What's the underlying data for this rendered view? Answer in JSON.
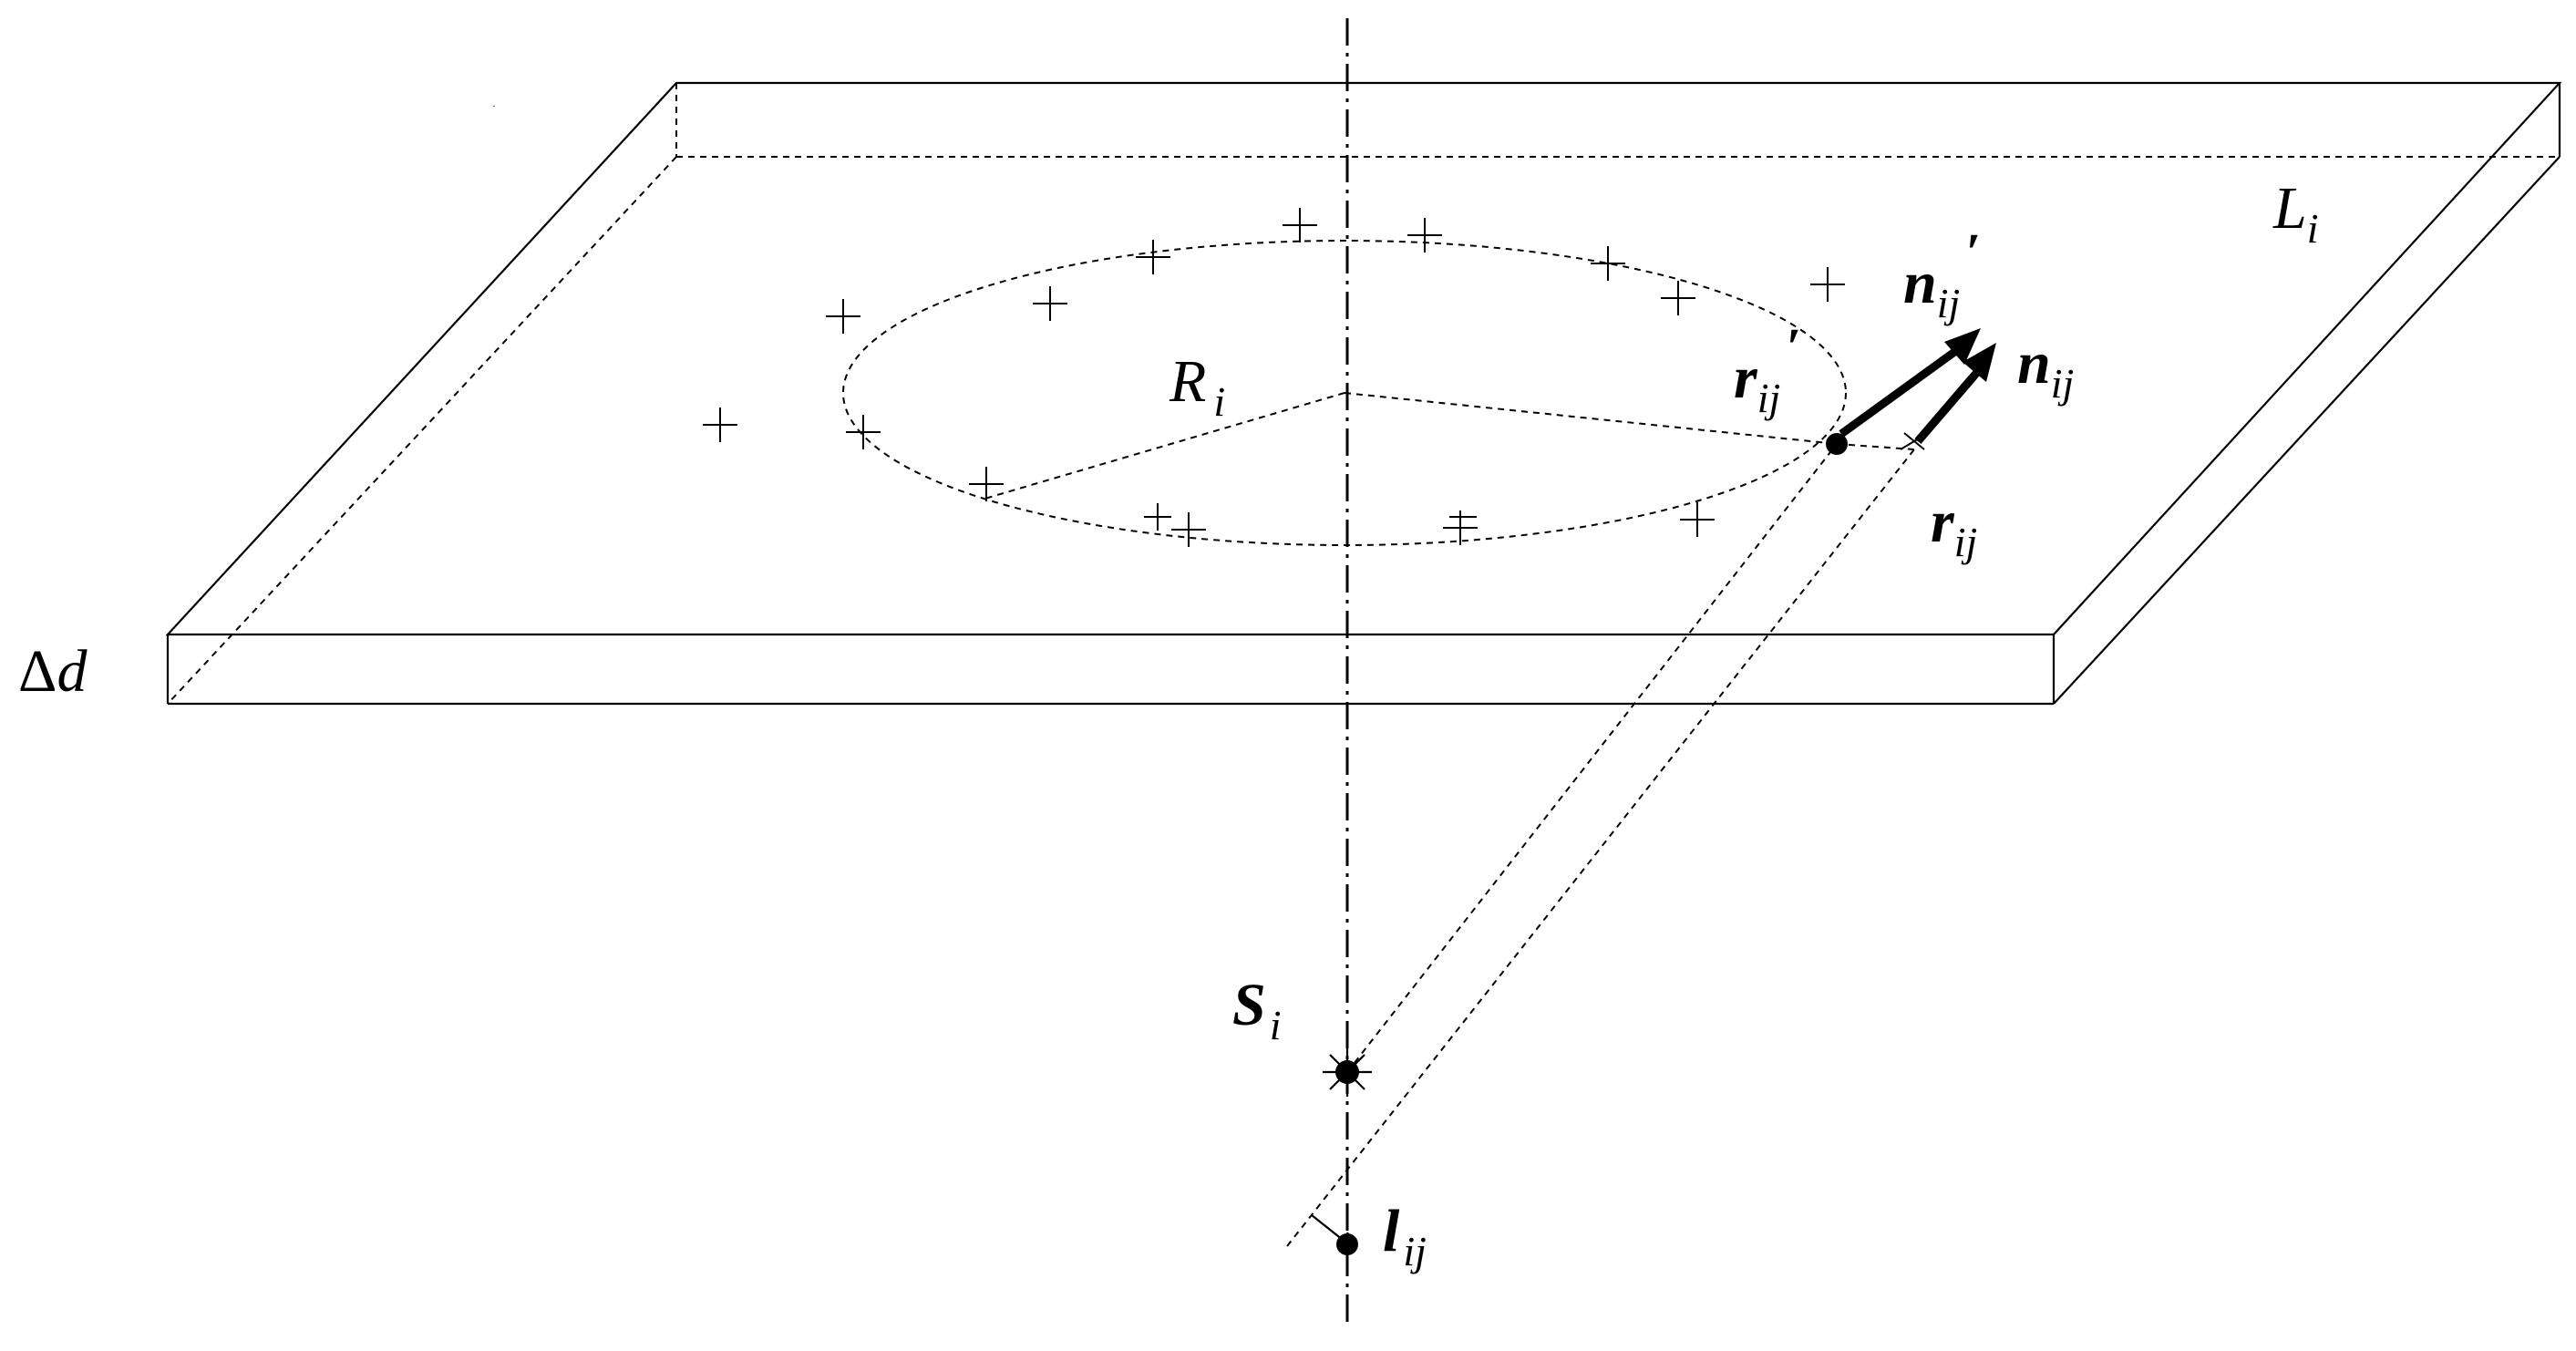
{
  "labels": {
    "layer": {
      "main": "L",
      "sub": "i"
    },
    "thickness": {
      "delta": "Δ",
      "main": "d"
    },
    "radius": {
      "main": "R",
      "sub": "i"
    },
    "source": {
      "main": "S",
      "sub": "i"
    },
    "offset": {
      "main": "l",
      "sub": "ij"
    },
    "r_prime": {
      "main": "r",
      "sub": "ij",
      "prime": "′"
    },
    "r": {
      "main": "r",
      "sub": "ij"
    },
    "n_prime": {
      "main": "n",
      "sub": "ij",
      "prime": "′"
    },
    "n": {
      "main": "n",
      "sub": "ij"
    }
  },
  "colors": {
    "ink": "#000000",
    "background": "#ffffff"
  },
  "marker_count": 17
}
